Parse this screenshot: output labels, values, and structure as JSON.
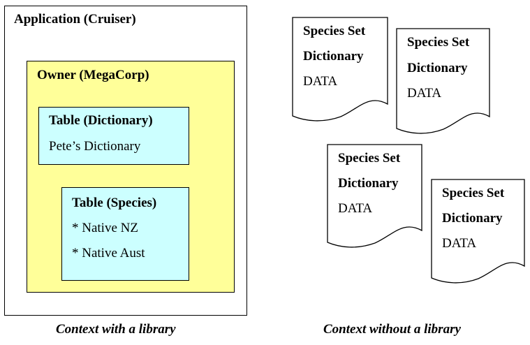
{
  "library": {
    "application_label": "Application (Cruiser)",
    "owner_label": "Owner (MegaCorp)",
    "dictionary_table": {
      "title": "Table (Dictionary)",
      "entry": "Pete’s Dictionary"
    },
    "species_table": {
      "title": "Table (Species)",
      "entries": [
        "* Native NZ",
        "* Native Aust"
      ]
    },
    "caption": "Context with a library",
    "colors": {
      "owner_fill": "#ffff99",
      "table_fill": "#ccffff",
      "outline": "#000000"
    }
  },
  "no_library": {
    "documents": [
      {
        "line1": "Species Set",
        "line2": "Dictionary",
        "line3": "DATA"
      },
      {
        "line1": "Species Set",
        "line2": "Dictionary",
        "line3": "DATA"
      },
      {
        "line1": "Species Set",
        "line2": "Dictionary",
        "line3": "DATA"
      },
      {
        "line1": "Species Set",
        "line2": "Dictionary",
        "line3": "DATA"
      }
    ],
    "caption": "Context without a library"
  }
}
